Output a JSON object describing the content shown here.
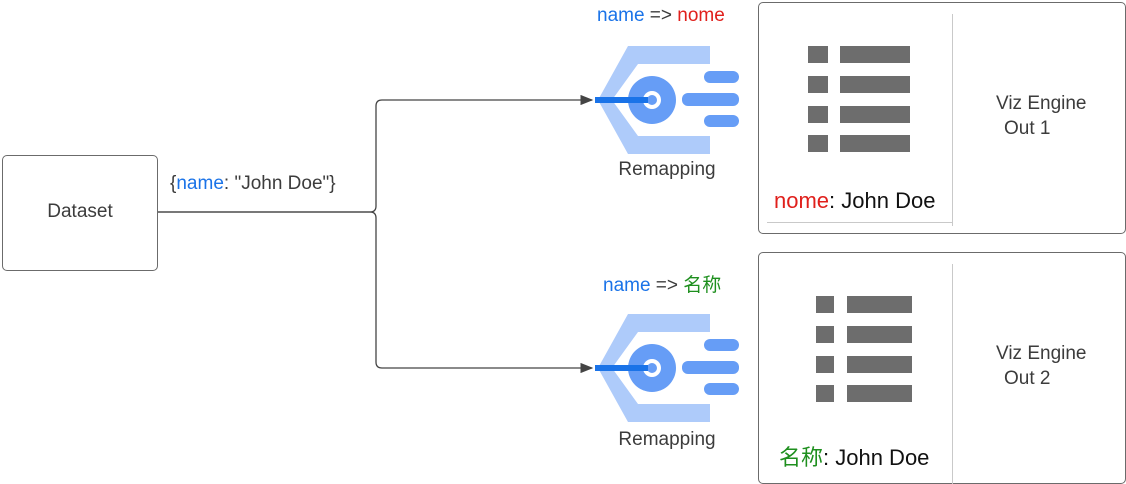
{
  "dataset": {
    "label": "Dataset"
  },
  "record": {
    "open": "{",
    "key": "name",
    "rest": ": \"John Doe\"}"
  },
  "branches": [
    {
      "mapping": {
        "from": "name",
        "arrow": " => ",
        "to": "nome",
        "to_color": "#e0201c"
      },
      "remap_label": "Remapping",
      "output": {
        "key": "nome",
        "value": ": John Doe"
      },
      "engine": {
        "line1": "Viz Engine",
        "line2": "Out 1"
      }
    },
    {
      "mapping": {
        "from": "name",
        "arrow": " => ",
        "to": "名称",
        "to_color": "#1e8f1e"
      },
      "remap_label": "Remapping",
      "output": {
        "key": "名称",
        "value": ": John Doe"
      },
      "engine": {
        "line1": "Viz Engine",
        "line2": "Out 2"
      }
    }
  ],
  "colors": {
    "connector": "#444444",
    "remap_light": "#aecbfa",
    "remap_mid": "#669df6",
    "remap_dark": "#1a73e8",
    "list_icon": "#6d6d6d"
  }
}
